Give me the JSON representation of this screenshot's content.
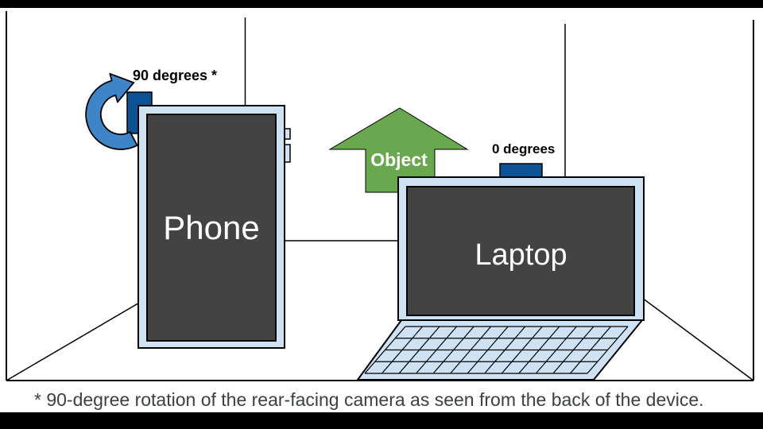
{
  "scene": {
    "phone": {
      "label": "Phone",
      "rotation_label": "90 degrees *"
    },
    "laptop": {
      "label": "Laptop",
      "rotation_label": "0 degrees"
    },
    "object_arrow": {
      "label": "Object"
    }
  },
  "footnote": {
    "text": "* 90-degree rotation of the rear-facing camera as seen from the back of the device."
  },
  "colors": {
    "device_frame_light_blue": "#cfe2f3",
    "screen_dark_gray": "#434343",
    "camera_dark_blue": "#0b5394",
    "rotation_arrow_blue": "#3d85c6",
    "object_arrow_green": "#6aa84f",
    "room_line_black": "#000000",
    "label_white": "#ffffff",
    "caption_text_gray": "#3c4043",
    "letterbox_black": "#000000"
  }
}
